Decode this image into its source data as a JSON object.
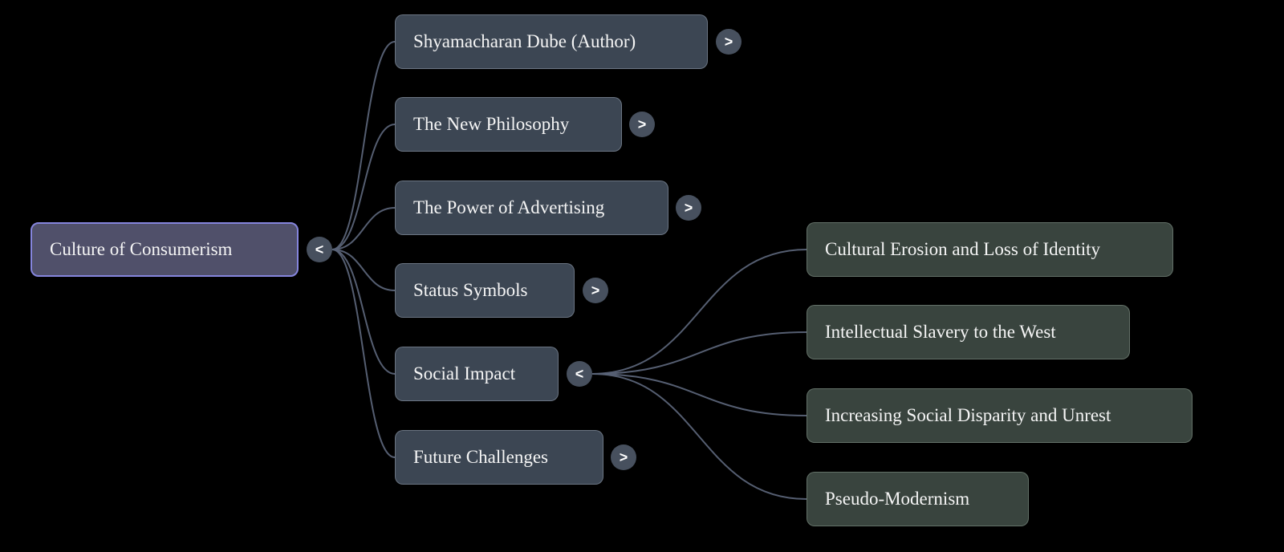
{
  "mindmap": {
    "root": {
      "label": "Culture of Consumerism",
      "toggle": "<"
    },
    "branches": [
      {
        "label": "Shyamacharan Dube (Author)",
        "toggle": ">"
      },
      {
        "label": "The New Philosophy",
        "toggle": ">"
      },
      {
        "label": "The Power of Advertising",
        "toggle": ">"
      },
      {
        "label": "Status Symbols",
        "toggle": ">"
      },
      {
        "label": "Social Impact",
        "toggle": "<"
      },
      {
        "label": "Future Challenges",
        "toggle": ">"
      }
    ],
    "social_impact_children": [
      {
        "label": "Cultural Erosion and Loss of Identity"
      },
      {
        "label": "Intellectual Slavery to the West"
      },
      {
        "label": "Increasing Social Disparity and Unrest"
      },
      {
        "label": "Pseudo-Modernism"
      }
    ],
    "colors": {
      "background": "#000000",
      "root_fill": "#50506a",
      "root_border": "#8585dd",
      "branch_fill": "#3c4653",
      "branch_border": "#a5afbe",
      "leaf_fill": "#39443e",
      "leaf_border": "#96a89c",
      "edge": "#5a6377",
      "toggle_fill": "#47505e",
      "text": "#f5f5f5"
    }
  }
}
